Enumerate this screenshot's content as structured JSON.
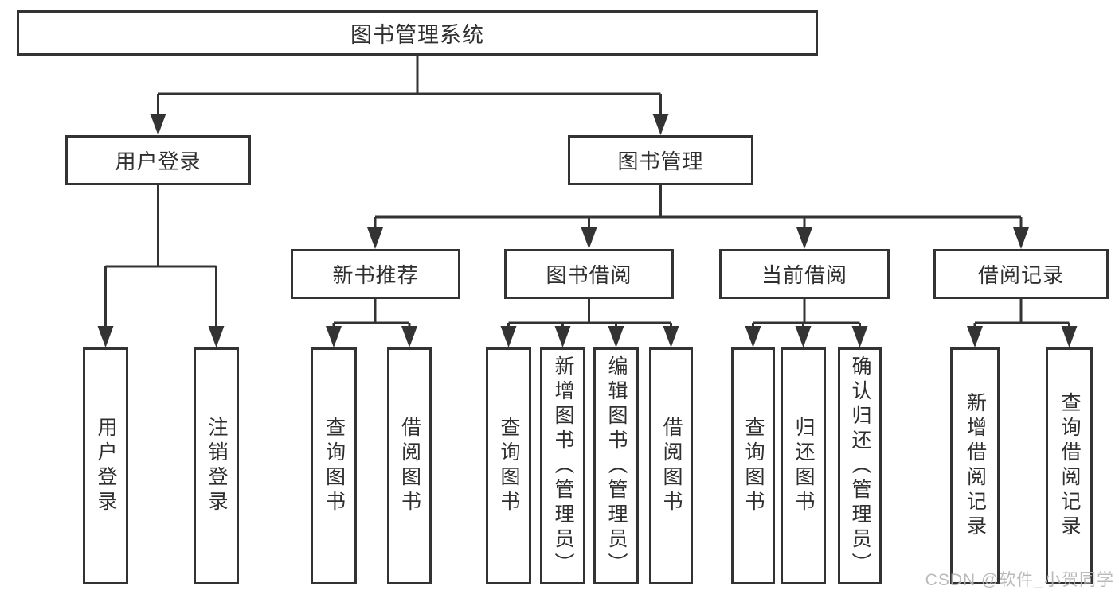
{
  "diagram": {
    "tree": {
      "label": "图书管理系统",
      "children": [
        {
          "label": "用户登录",
          "children": [
            {
              "label": "用户登录"
            },
            {
              "label": "注销登录"
            }
          ]
        },
        {
          "label": "图书管理",
          "children": [
            {
              "label": "新书推荐",
              "children": [
                {
                  "label": "查询图书"
                },
                {
                  "label": "借阅图书"
                }
              ]
            },
            {
              "label": "图书借阅",
              "children": [
                {
                  "label": "查询图书"
                },
                {
                  "label": "新增图书（管理员）"
                },
                {
                  "label": "编辑图书（管理员）"
                },
                {
                  "label": "借阅图书"
                }
              ]
            },
            {
              "label": "当前借阅",
              "children": [
                {
                  "label": "查询图书"
                },
                {
                  "label": "归还图书"
                },
                {
                  "label": "确认归还（管理员）"
                }
              ]
            },
            {
              "label": "借阅记录",
              "children": [
                {
                  "label": "新增借阅记录"
                },
                {
                  "label": "查询借阅记录"
                }
              ]
            }
          ]
        }
      ]
    },
    "colors": {
      "line": "#333333",
      "box_border": "#333333",
      "text": "#2f2f2f",
      "background": "#ffffff",
      "watermark": "#b2b2b2"
    }
  },
  "watermark": {
    "text": "CSDN @软件_小贺同学"
  }
}
